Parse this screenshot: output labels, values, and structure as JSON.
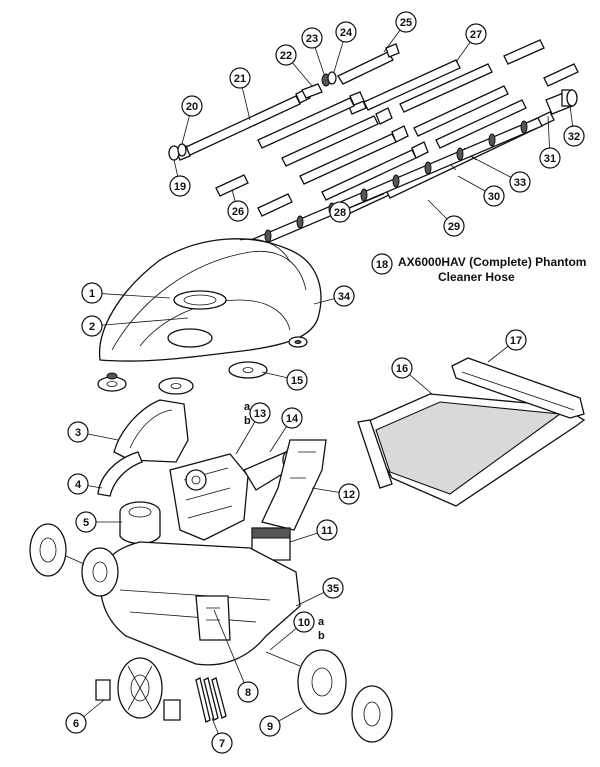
{
  "caption": {
    "number": "18",
    "line1": "AX6000HAV (Complete) Phantom",
    "line2": "Cleaner Hose"
  },
  "callouts": [
    {
      "id": "c1",
      "label": "1"
    },
    {
      "id": "c2",
      "label": "2"
    },
    {
      "id": "c3",
      "label": "3"
    },
    {
      "id": "c4",
      "label": "4"
    },
    {
      "id": "c5",
      "label": "5"
    },
    {
      "id": "c6",
      "label": "6"
    },
    {
      "id": "c7",
      "label": "7"
    },
    {
      "id": "c8",
      "label": "8"
    },
    {
      "id": "c9",
      "label": "9"
    },
    {
      "id": "c10",
      "label": "10"
    },
    {
      "id": "c11",
      "label": "11"
    },
    {
      "id": "c12",
      "label": "12"
    },
    {
      "id": "c13",
      "label": "13"
    },
    {
      "id": "c14",
      "label": "14"
    },
    {
      "id": "c15",
      "label": "15"
    },
    {
      "id": "c16",
      "label": "16"
    },
    {
      "id": "c17",
      "label": "17"
    },
    {
      "id": "c19",
      "label": "19"
    },
    {
      "id": "c20",
      "label": "20"
    },
    {
      "id": "c21",
      "label": "21"
    },
    {
      "id": "c22",
      "label": "22"
    },
    {
      "id": "c23",
      "label": "23"
    },
    {
      "id": "c24",
      "label": "24"
    },
    {
      "id": "c25",
      "label": "25"
    },
    {
      "id": "c26",
      "label": "26"
    },
    {
      "id": "c27",
      "label": "27"
    },
    {
      "id": "c28",
      "label": "28"
    },
    {
      "id": "c29",
      "label": "29"
    },
    {
      "id": "c30",
      "label": "30"
    },
    {
      "id": "c31",
      "label": "31"
    },
    {
      "id": "c32",
      "label": "32"
    },
    {
      "id": "c33",
      "label": "33"
    },
    {
      "id": "c34",
      "label": "34"
    },
    {
      "id": "c35",
      "label": "35"
    }
  ],
  "sub_labels": {
    "part13": {
      "a": "a",
      "b": "b"
    },
    "part10": {
      "a": "a",
      "b": "b"
    }
  }
}
